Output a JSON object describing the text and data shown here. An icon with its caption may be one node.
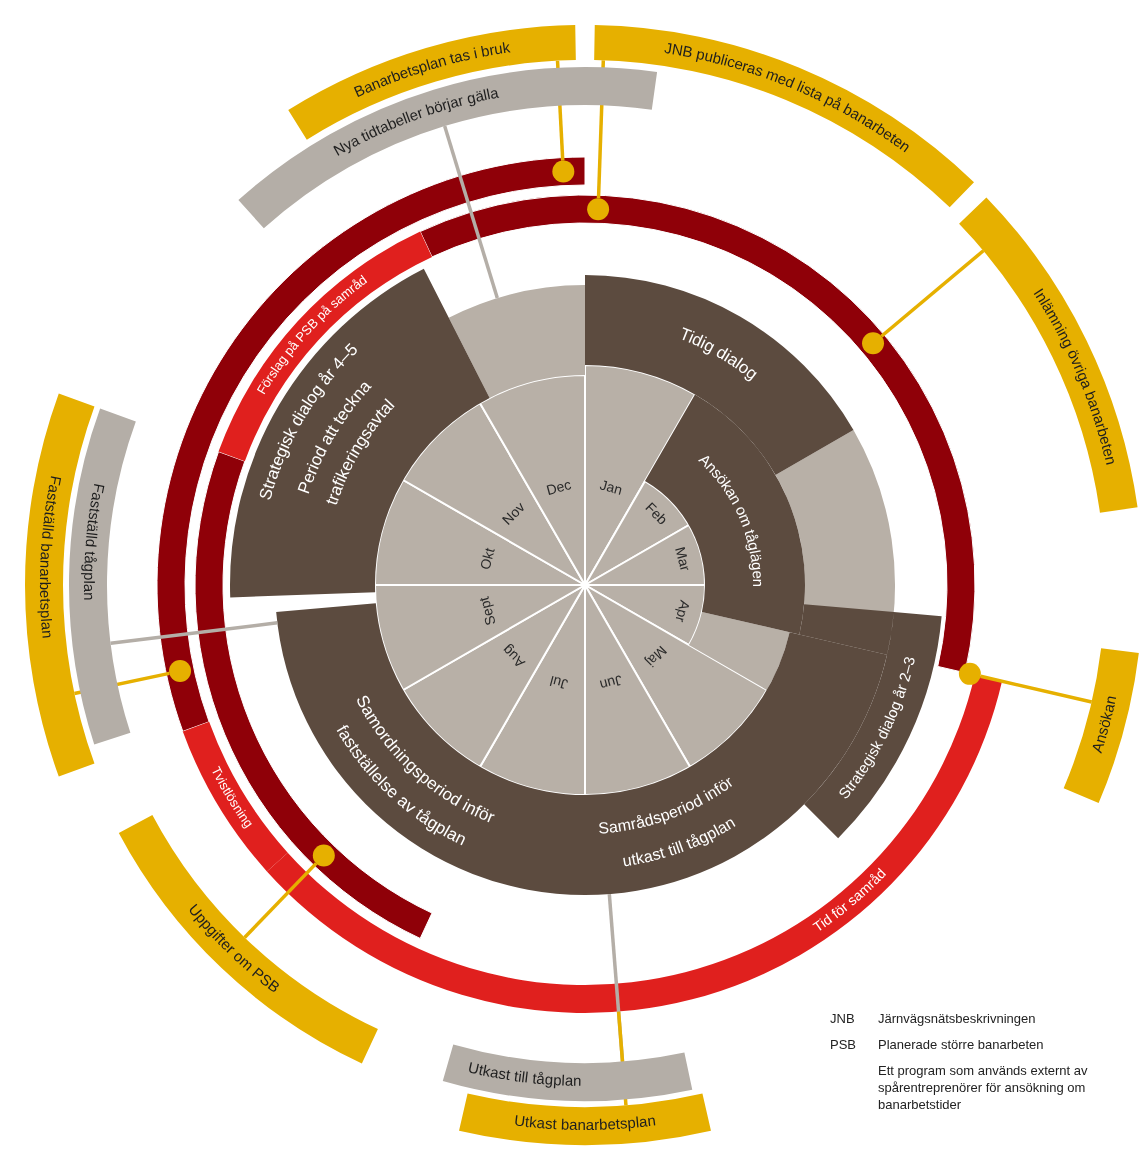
{
  "diagram": {
    "nodes": [
      {
        "text": [
          "Banarbetsplan tas i bruk"
        ]
      },
      {
        "text": [
          "JNB publiceras med lista på banarbeten"
        ]
      },
      {
        "text": [
          "Nya tidtabeller börjar gälla"
        ]
      },
      {
        "text": [
          "Inlämning övriga banarbeten"
        ]
      },
      {
        "text": [
          "Förslag på PSB på samråd"
        ]
      },
      {
        "text": [
          "Strategisk dialog år 4–5",
          "Period att teckna trafikeringsavtal"
        ]
      },
      {
        "text": [
          "Tidig dialog"
        ]
      },
      {
        "text": [
          "Ansökan om tåglägen"
        ]
      },
      {
        "text": [
          "Fastställd banarbetsplan"
        ]
      },
      {
        "text": [
          "Fastställd tågplan"
        ]
      },
      {
        "text": [
          "Ansökan"
        ]
      },
      {
        "text": [
          "Tvistlösning"
        ]
      },
      {
        "text": [
          "Samordningsperiod inför fastställelse av tågplan"
        ]
      },
      {
        "text": [
          "Samrådsperiod inför utkast till tågplan"
        ]
      },
      {
        "text": [
          "Strategisk dialog år 2–3"
        ]
      },
      {
        "text": [
          "Uppgifter om PSB"
        ]
      },
      {
        "text": [
          "Tid för samråd"
        ]
      },
      {
        "text": [
          "Utkast till tågplan"
        ]
      },
      {
        "text": [
          "Utkast banarbetsplan"
        ]
      },
      {
        "text": [
          "Jan"
        ]
      },
      {
        "text": [
          "Feb"
        ]
      },
      {
        "text": [
          "Mar"
        ]
      },
      {
        "text": [
          "Apr"
        ]
      },
      {
        "text": [
          "Maj"
        ]
      },
      {
        "text": [
          "Jun"
        ]
      },
      {
        "text": [
          "Jul"
        ]
      },
      {
        "text": [
          "Aug"
        ]
      },
      {
        "text": [
          "Sept"
        ]
      },
      {
        "text": [
          "Okt"
        ]
      },
      {
        "text": [
          "Nov"
        ]
      },
      {
        "text": [
          "Dec"
        ]
      },
      {
        "text": [],
        "shape": "circle"
      },
      {
        "text": [],
        "shape": "circle"
      },
      {
        "text": [],
        "shape": "circle"
      },
      {
        "text": [],
        "shape": "circle"
      },
      {
        "text": [],
        "shape": "circle"
      },
      {
        "text": [],
        "shape": "circle"
      },
      {
        "text": [],
        "shape": "box"
      },
      {
        "text": [],
        "shape": "box"
      }
    ],
    "edges": [
      {
        "from": 0,
        "to": 31,
        "arrow": "none"
      },
      {
        "from": 1,
        "to": 32,
        "arrow": "none"
      },
      {
        "from": 2,
        "to": 37,
        "arrow": "none",
        "color": "#b4aea7"
      },
      {
        "from": 3,
        "to": 33,
        "arrow": "none"
      },
      {
        "from": 8,
        "to": 34,
        "arrow": "none"
      },
      {
        "from": 9,
        "to": 12,
        "arrow": "none",
        "color": "#b4aea7"
      },
      {
        "from": 10,
        "to": 35,
        "arrow": "none"
      },
      {
        "from": 15,
        "to": 36,
        "arrow": "none"
      },
      {
        "from": 17,
        "to": 13,
        "arrow": "none",
        "color": "#b4aea7"
      },
      {
        "from": 18,
        "to": 16,
        "arrow": "none"
      }
    ],
    "labels": [
      "JNB",
      "Järnvägsnätsbeskrivningen",
      "PSB",
      "Planerade större banarbeten",
      "Ett program som används externt av spårentreprenörer för ansökning om banarbetstider"
    ]
  }
}
